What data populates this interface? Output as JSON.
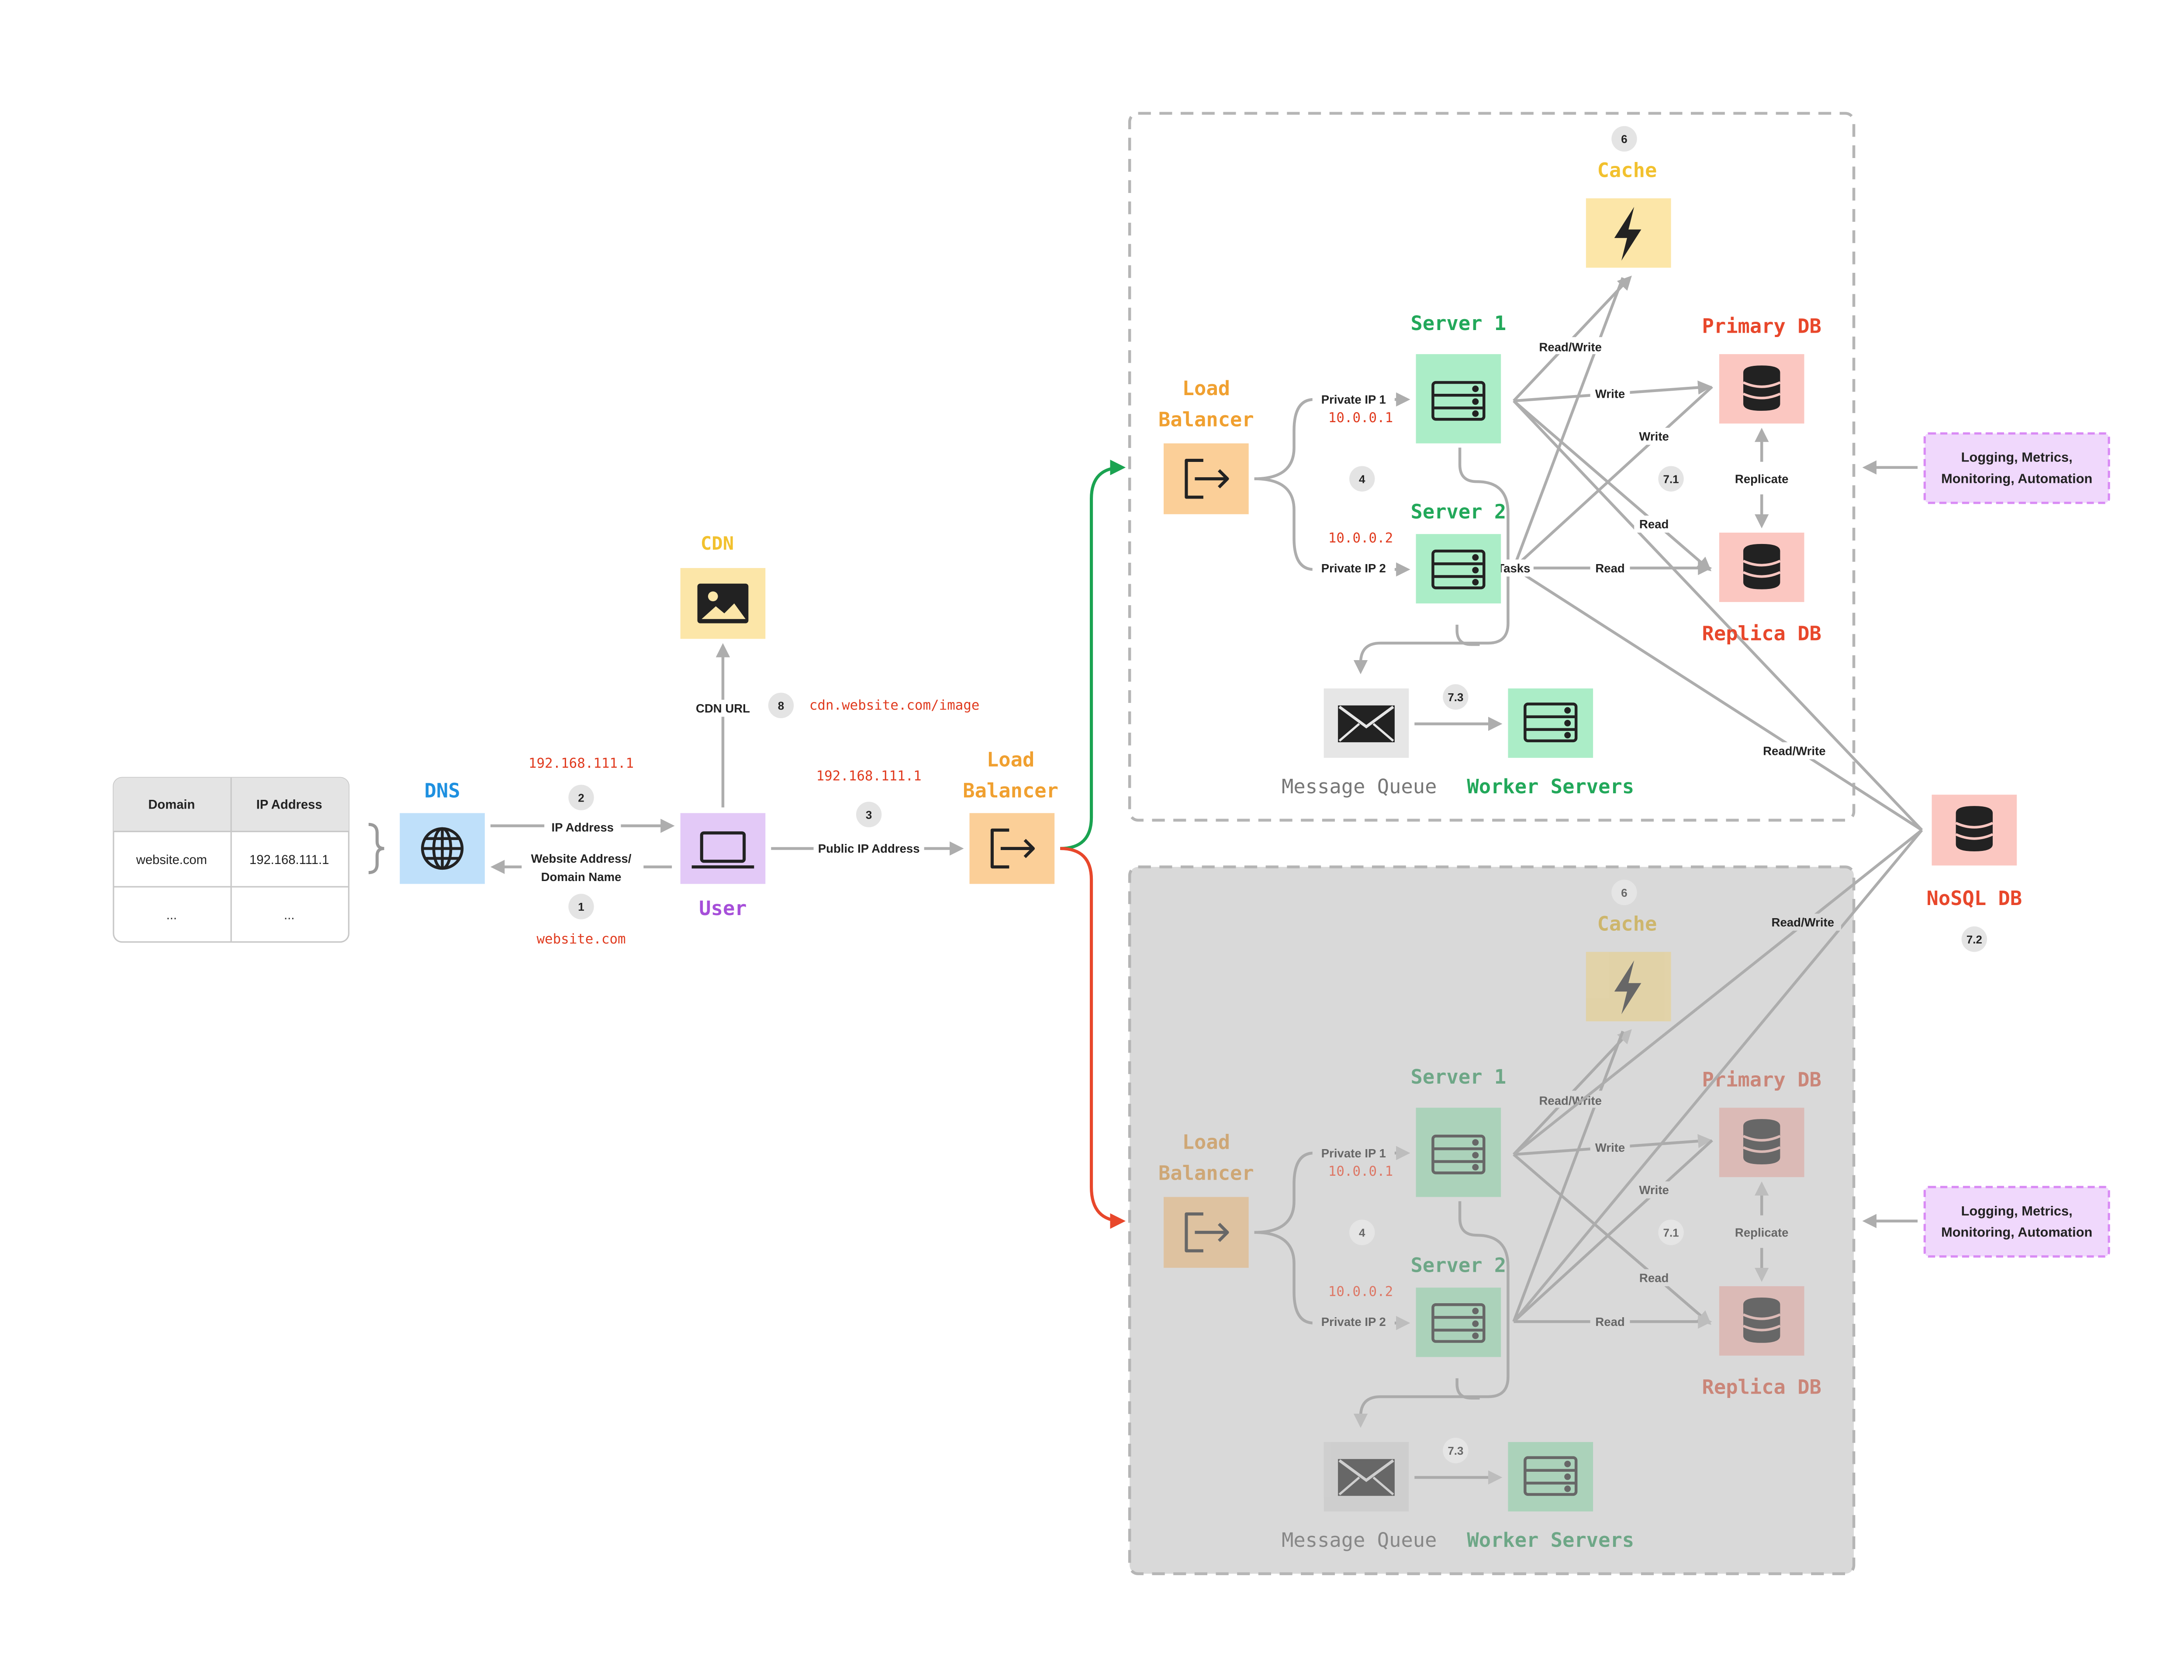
{
  "dns_table": {
    "headers": [
      "Domain",
      "IP Address"
    ],
    "rows": [
      [
        "website.com",
        "192.168.111.1"
      ],
      [
        "...",
        "..."
      ]
    ]
  },
  "nodes": {
    "dns": "DNS",
    "user": "User",
    "cdn": "CDN",
    "load_balancer_main": [
      "Load",
      "Balancer"
    ],
    "nosql": "NoSQL DB",
    "logging": [
      "Logging, Metrics,",
      "Monitoring, Automation"
    ]
  },
  "edge_labels": {
    "ip_address": "IP Address",
    "website_address": [
      "Website Address/",
      "Domain Name"
    ],
    "public_ip": "Public IP Address",
    "cdn_url": "CDN URL",
    "read_write": "Read/Write"
  },
  "annotations": {
    "ip_top": "192.168.111.1",
    "domain_bottom": "website.com",
    "ip_public": "192.168.111.1",
    "cdn_path": "cdn.website.com/image"
  },
  "steps": {
    "s1": "1",
    "s2": "2",
    "s3": "3",
    "s8": "8",
    "s72": "7.2"
  },
  "datacenters": [
    {
      "step_cache": "6",
      "step_servers": "4",
      "step_replica": "7.1",
      "step_queue": "7.3",
      "cache": "Cache",
      "load_balancer": [
        "Load",
        "Balancer"
      ],
      "server1": "Server 1",
      "server2": "Server 2",
      "primary_db": "Primary DB",
      "replica_db": "Replica DB",
      "message_queue": "Message Queue",
      "workers": "Worker Servers",
      "private_ip1": "Private IP 1",
      "private_ip2": "Private IP 2",
      "ip1": "10.0.0.1",
      "ip2": "10.0.0.2",
      "read_write": "Read/Write",
      "write1": "Write",
      "write2": "Write",
      "read1": "Read",
      "read2": "Read",
      "replicate": "Replicate",
      "tasks": "Tasks"
    },
    {
      "step_cache": "6",
      "step_servers": "4",
      "step_replica": "7.1",
      "step_queue": "7.3",
      "cache": "Cache",
      "load_balancer": [
        "Load",
        "Balancer"
      ],
      "server1": "Server 1",
      "server2": "Server 2",
      "primary_db": "Primary DB",
      "replica_db": "Replica DB",
      "message_queue": "Message Queue",
      "workers": "Worker Servers",
      "private_ip1": "Private IP 1",
      "private_ip2": "Private IP 2",
      "ip1": "10.0.0.1",
      "ip2": "10.0.0.2",
      "read_write": "Read/Write",
      "write1": "Write",
      "write2": "Write",
      "read1": "Read",
      "read2": "Read",
      "replicate": "Replicate",
      "tasks": ""
    }
  ],
  "colors": {
    "dns": "#1E90E0",
    "user": "#A64FD9",
    "cdn": "#F2C12E",
    "load_balancer": "#F0A030",
    "server": "#22A85A",
    "db": "#E8472B",
    "ip_text": "#E03A1E",
    "green_route": "#1AA351",
    "red_route": "#E8472B",
    "edge": "#ADADAD",
    "queue_label": "#777777"
  }
}
